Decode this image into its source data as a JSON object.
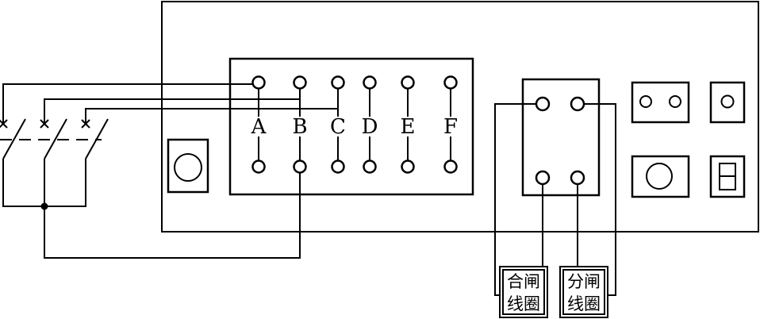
{
  "terminal_labels": [
    "A",
    "B",
    "C",
    "D",
    "E",
    "F"
  ],
  "coil_close": {
    "line1": "合闸",
    "line2": "线圈"
  },
  "coil_open": {
    "line1": "分闸",
    "line2": "线圈"
  }
}
